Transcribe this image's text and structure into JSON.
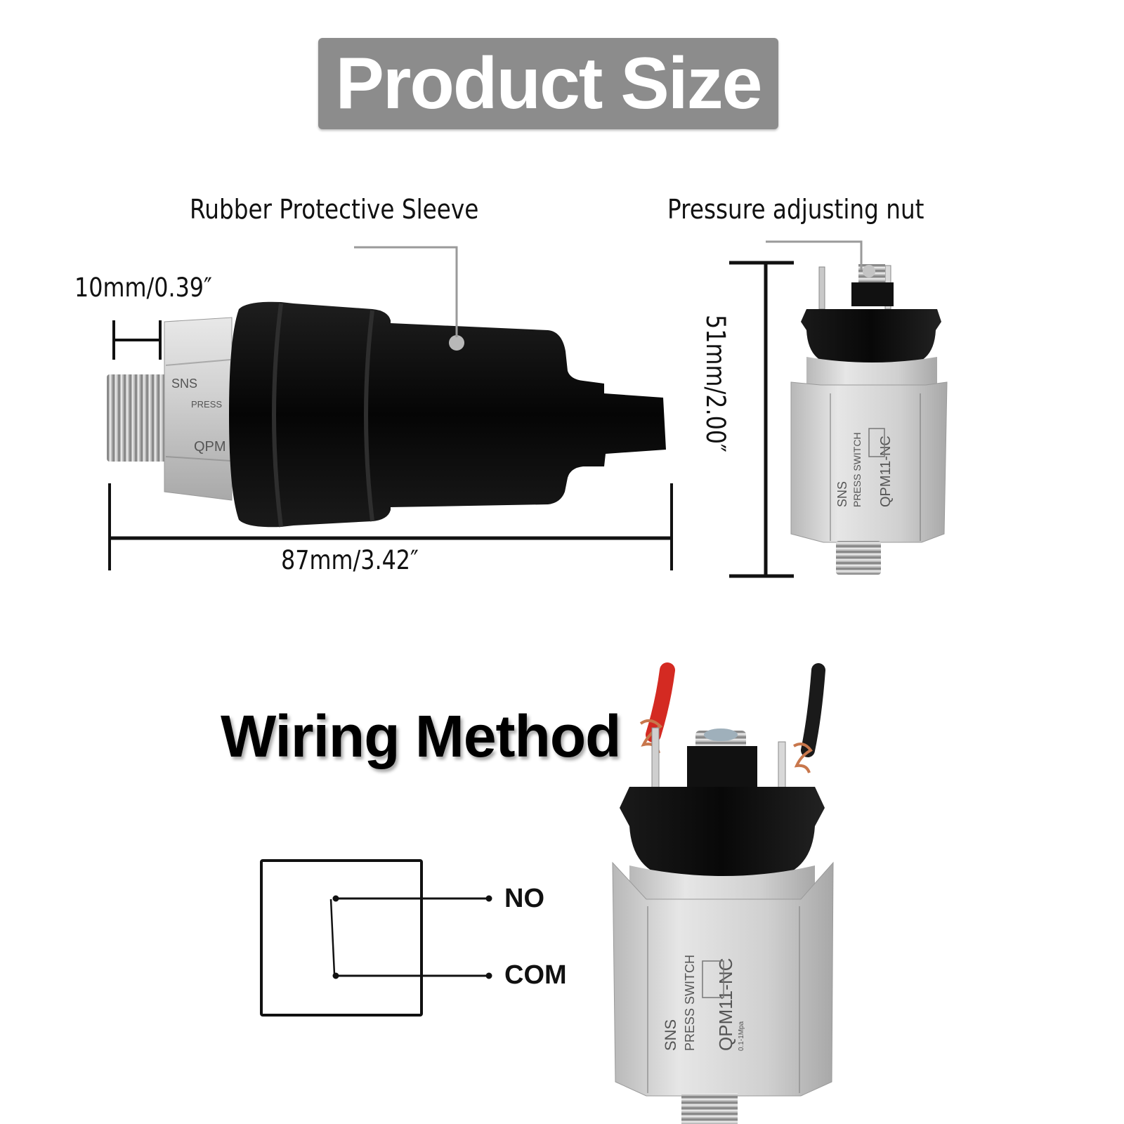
{
  "header": {
    "title": "Product Size"
  },
  "product_size": {
    "callouts": {
      "sleeve": "Rubber Protective Sleeve",
      "nut": "Pressure adjusting nut"
    },
    "dimensions": {
      "thread_length": "10mm/0.39″",
      "total_length": "87mm/3.42″",
      "height": "51mm/2.00″"
    },
    "product_markings": {
      "brand": "SNS",
      "type": "PRESS SWITCH",
      "model": "QPM11-NC",
      "range": "0.1-1Mpa"
    }
  },
  "wiring": {
    "title": "Wiring Method",
    "terminals": [
      "NO",
      "COM"
    ],
    "wire_colors": {
      "red": "#d42a22",
      "black": "#1a1a1a"
    }
  },
  "colors": {
    "banner": "#8c8c8c",
    "callout_line": "#9a9a9a",
    "rubber": "#0c0c0c",
    "metal": "#cfcfcf"
  }
}
